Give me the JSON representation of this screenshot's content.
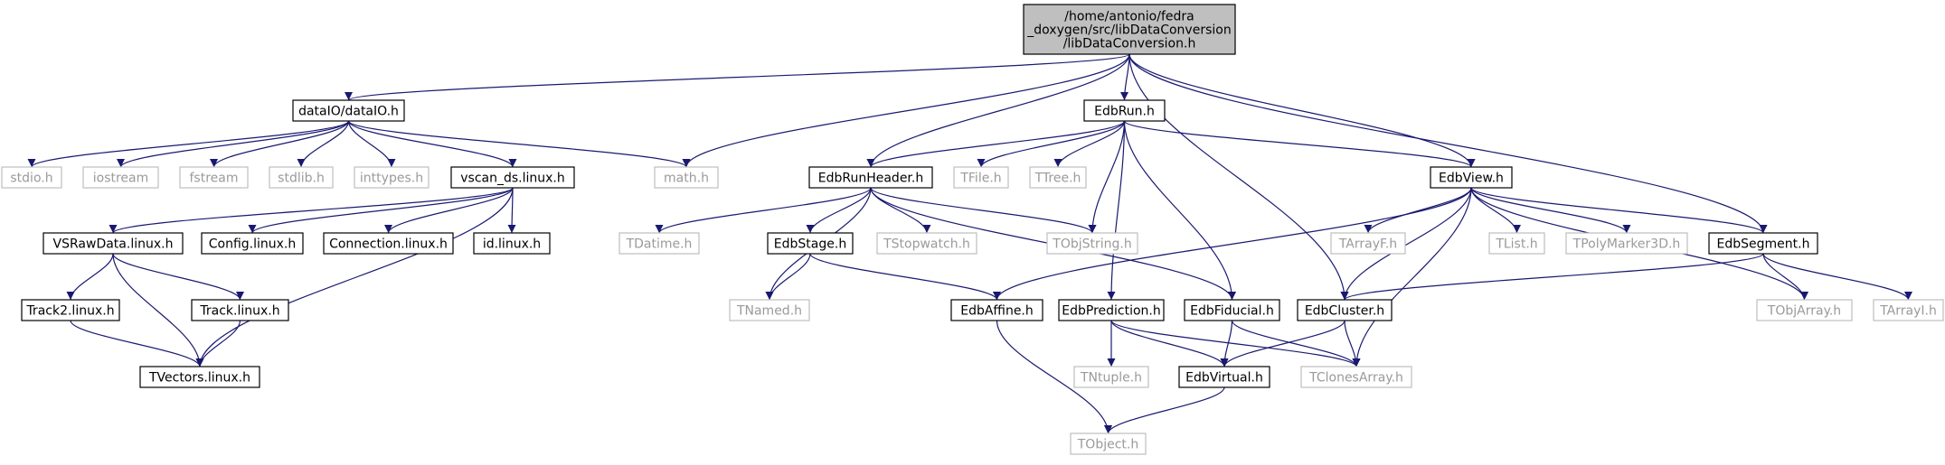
{
  "colors": {
    "edge": "#191970",
    "documented_border": "#000000",
    "undocumented_border": "#bfbfbf",
    "documented_text": "#000000",
    "undocumented_text": "#9a9a9a",
    "root_fill": "#bfbfbf",
    "fill": "#ffffff"
  },
  "nodes": [
    {
      "id": "root",
      "lines": [
        "/home/antonio/fedra",
        "_doxygen/src/libDataConversion",
        "/libDataConversion.h"
      ],
      "kind": "root"
    },
    {
      "id": "dataIO",
      "lines": [
        "dataIO/dataIO.h"
      ],
      "kind": "documented"
    },
    {
      "id": "stdio",
      "lines": [
        "stdio.h"
      ],
      "kind": "external"
    },
    {
      "id": "iostream",
      "lines": [
        "iostream"
      ],
      "kind": "external"
    },
    {
      "id": "fstream",
      "lines": [
        "fstream"
      ],
      "kind": "external"
    },
    {
      "id": "stdlib",
      "lines": [
        "stdlib.h"
      ],
      "kind": "external"
    },
    {
      "id": "inttypes",
      "lines": [
        "inttypes.h"
      ],
      "kind": "external"
    },
    {
      "id": "vscan",
      "lines": [
        "vscan_ds.linux.h"
      ],
      "kind": "documented"
    },
    {
      "id": "math",
      "lines": [
        "math.h"
      ],
      "kind": "external"
    },
    {
      "id": "vsraw",
      "lines": [
        "VSRawData.linux.h"
      ],
      "kind": "documented"
    },
    {
      "id": "config",
      "lines": [
        "Config.linux.h"
      ],
      "kind": "documented"
    },
    {
      "id": "connection",
      "lines": [
        "Connection.linux.h"
      ],
      "kind": "documented"
    },
    {
      "id": "idlinux",
      "lines": [
        "id.linux.h"
      ],
      "kind": "documented"
    },
    {
      "id": "track2",
      "lines": [
        "Track2.linux.h"
      ],
      "kind": "documented"
    },
    {
      "id": "track",
      "lines": [
        "Track.linux.h"
      ],
      "kind": "documented"
    },
    {
      "id": "tvectors",
      "lines": [
        "TVectors.linux.h"
      ],
      "kind": "documented"
    },
    {
      "id": "edbrun",
      "lines": [
        "EdbRun.h"
      ],
      "kind": "documented"
    },
    {
      "id": "runheader",
      "lines": [
        "EdbRunHeader.h"
      ],
      "kind": "documented"
    },
    {
      "id": "tfile",
      "lines": [
        "TFile.h"
      ],
      "kind": "external"
    },
    {
      "id": "ttree",
      "lines": [
        "TTree.h"
      ],
      "kind": "external"
    },
    {
      "id": "edbview",
      "lines": [
        "EdbView.h"
      ],
      "kind": "documented"
    },
    {
      "id": "tdatime",
      "lines": [
        "TDatime.h"
      ],
      "kind": "external"
    },
    {
      "id": "stage",
      "lines": [
        "EdbStage.h"
      ],
      "kind": "documented"
    },
    {
      "id": "tstopwatch",
      "lines": [
        "TStopwatch.h"
      ],
      "kind": "external"
    },
    {
      "id": "tobjstring",
      "lines": [
        "TObjString.h"
      ],
      "kind": "external"
    },
    {
      "id": "tnamed",
      "lines": [
        "TNamed.h"
      ],
      "kind": "external"
    },
    {
      "id": "affine",
      "lines": [
        "EdbAffine.h"
      ],
      "kind": "documented"
    },
    {
      "id": "prediction",
      "lines": [
        "EdbPrediction.h"
      ],
      "kind": "documented"
    },
    {
      "id": "fiducial",
      "lines": [
        "EdbFiducial.h"
      ],
      "kind": "documented"
    },
    {
      "id": "cluster",
      "lines": [
        "EdbCluster.h"
      ],
      "kind": "documented"
    },
    {
      "id": "tarrayf",
      "lines": [
        "TArrayF.h"
      ],
      "kind": "external"
    },
    {
      "id": "tlist",
      "lines": [
        "TList.h"
      ],
      "kind": "external"
    },
    {
      "id": "tpolymarker",
      "lines": [
        "TPolyMarker3D.h"
      ],
      "kind": "external"
    },
    {
      "id": "segment",
      "lines": [
        "EdbSegment.h"
      ],
      "kind": "documented"
    },
    {
      "id": "tobjarray",
      "lines": [
        "TObjArray.h"
      ],
      "kind": "external"
    },
    {
      "id": "tarrayi",
      "lines": [
        "TArrayI.h"
      ],
      "kind": "external"
    },
    {
      "id": "tntuple",
      "lines": [
        "TNtuple.h"
      ],
      "kind": "external"
    },
    {
      "id": "virtual",
      "lines": [
        "EdbVirtual.h"
      ],
      "kind": "documented"
    },
    {
      "id": "tclones",
      "lines": [
        "TClonesArray.h"
      ],
      "kind": "external"
    },
    {
      "id": "tobject",
      "lines": [
        "TObject.h"
      ],
      "kind": "external"
    }
  ],
  "edges": [
    [
      "root",
      "dataIO"
    ],
    [
      "root",
      "math"
    ],
    [
      "root",
      "edbrun"
    ],
    [
      "root",
      "runheader"
    ],
    [
      "root",
      "edbview"
    ],
    [
      "root",
      "cluster"
    ],
    [
      "root",
      "segment"
    ],
    [
      "dataIO",
      "stdio"
    ],
    [
      "dataIO",
      "iostream"
    ],
    [
      "dataIO",
      "fstream"
    ],
    [
      "dataIO",
      "stdlib"
    ],
    [
      "dataIO",
      "inttypes"
    ],
    [
      "dataIO",
      "vscan"
    ],
    [
      "dataIO",
      "math"
    ],
    [
      "vscan",
      "vsraw"
    ],
    [
      "vscan",
      "config"
    ],
    [
      "vscan",
      "connection"
    ],
    [
      "vscan",
      "idlinux"
    ],
    [
      "vscan",
      "tvectors"
    ],
    [
      "vsraw",
      "track2"
    ],
    [
      "vsraw",
      "track"
    ],
    [
      "vsraw",
      "tvectors"
    ],
    [
      "track2",
      "tvectors"
    ],
    [
      "track",
      "tvectors"
    ],
    [
      "edbrun",
      "runheader"
    ],
    [
      "edbrun",
      "tfile"
    ],
    [
      "edbrun",
      "ttree"
    ],
    [
      "edbrun",
      "tobjstring"
    ],
    [
      "edbrun",
      "edbview"
    ],
    [
      "edbrun",
      "prediction"
    ],
    [
      "edbrun",
      "fiducial"
    ],
    [
      "runheader",
      "tdatime"
    ],
    [
      "runheader",
      "stage"
    ],
    [
      "runheader",
      "tstopwatch"
    ],
    [
      "runheader",
      "tobjstring"
    ],
    [
      "runheader",
      "tnamed"
    ],
    [
      "runheader",
      "fiducial"
    ],
    [
      "stage",
      "tnamed"
    ],
    [
      "stage",
      "affine"
    ],
    [
      "edbview",
      "affine"
    ],
    [
      "edbview",
      "cluster"
    ],
    [
      "edbview",
      "tarrayf"
    ],
    [
      "edbview",
      "tlist"
    ],
    [
      "edbview",
      "tpolymarker"
    ],
    [
      "edbview",
      "segment"
    ],
    [
      "edbview",
      "tobjarray"
    ],
    [
      "edbview",
      "tclones"
    ],
    [
      "segment",
      "cluster"
    ],
    [
      "segment",
      "tobjarray"
    ],
    [
      "segment",
      "tarrayi"
    ],
    [
      "affine",
      "tobject"
    ],
    [
      "prediction",
      "tntuple"
    ],
    [
      "prediction",
      "virtual"
    ],
    [
      "prediction",
      "tclones"
    ],
    [
      "fiducial",
      "virtual"
    ],
    [
      "fiducial",
      "tclones"
    ],
    [
      "cluster",
      "virtual"
    ],
    [
      "cluster",
      "tclones"
    ],
    [
      "virtual",
      "tobject"
    ]
  ]
}
